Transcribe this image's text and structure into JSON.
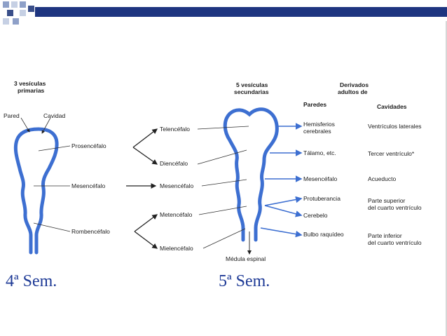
{
  "slide": {
    "week4_label": "4ª Sem.",
    "week5_label": "5ª Sem."
  },
  "diagram": {
    "primary_header": [
      "3 vesículas",
      "primarias"
    ],
    "secondary_header": [
      "5 vesículas",
      "secundarias"
    ],
    "derived_header": [
      "Derivados",
      "adultos de"
    ],
    "walls_header": "Paredes",
    "cavities_header": "Cavidades",
    "pared": "Pared",
    "cavidad": "Cavidad",
    "prosencefalo": "Prosencéfalo",
    "mesencefalo_1": "Mesencéfalo",
    "rombencefalo": "Rombencéfalo",
    "telencefalo": "Telencéfalo",
    "diencefalo": "Diencéfalo",
    "mesencefalo_2": "Mesencéfalo",
    "metencefalo": "Metencéfalo",
    "mielencefalo": "Mielencéfalo",
    "medula": "Médula espinal",
    "walls": {
      "hemisferios": [
        "Hemisferios",
        "cerebrales"
      ],
      "talamo": "Tálamo, etc.",
      "mesencefalo": "Mesencéfalo",
      "protuberancia": "Protuberancia",
      "cerebelo": "Cerebelo",
      "bulbo": "Bulbo raquídeo"
    },
    "cavities": {
      "laterales": "Ventrículos laterales",
      "tercer": "Tercer ventrículo*",
      "acueducto": "Acueducto",
      "cuarto_sup": [
        "Parte superior",
        "del cuarto ventrículo"
      ],
      "cuarto_inf": [
        "Parte inferior",
        "del cuarto ventrículo"
      ]
    }
  },
  "colors": {
    "tube": "#3d6fd1",
    "title_bar": "#1e3580",
    "accent_square_1": "#8ea0c8",
    "accent_square_2": "#3a4f8a",
    "week_text": "#1e3a96"
  }
}
